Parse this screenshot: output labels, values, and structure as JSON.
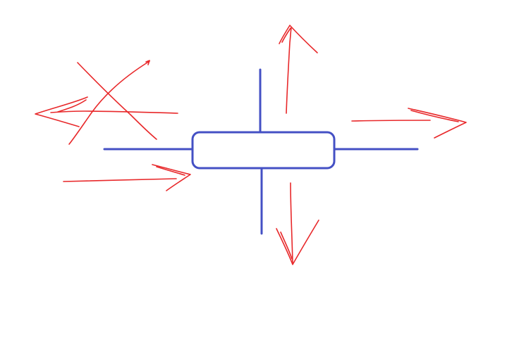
{
  "colors": {
    "background": "#ffffff",
    "component": "#4450c4",
    "annotation": "#e8282a"
  },
  "diagram": {
    "component": {
      "shape": "rounded-rectangle",
      "leads": [
        "left",
        "right",
        "top",
        "bottom"
      ]
    },
    "arrows": [
      {
        "name": "left-outgoing",
        "direction": "left",
        "crossed_out": true
      },
      {
        "name": "left-incoming",
        "direction": "right",
        "crossed_out": false
      },
      {
        "name": "top-outgoing",
        "direction": "up",
        "crossed_out": false
      },
      {
        "name": "right-outgoing",
        "direction": "right",
        "crossed_out": false
      },
      {
        "name": "bottom-outgoing",
        "direction": "down",
        "crossed_out": false
      }
    ]
  }
}
